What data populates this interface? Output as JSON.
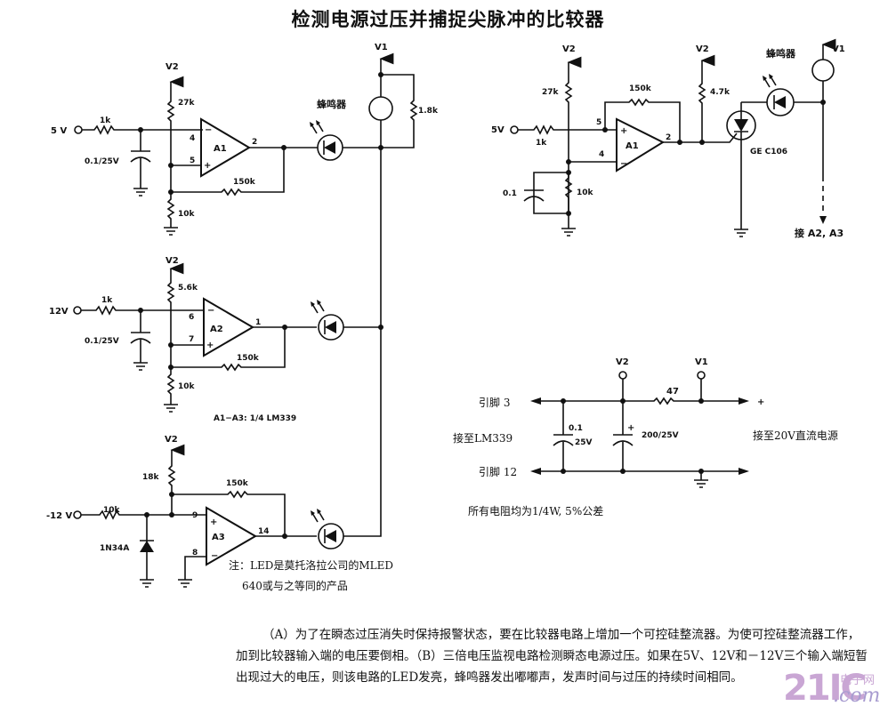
{
  "page": {
    "title": "检测电源过压并捕捉尖脉冲的比较器"
  },
  "circuit_b": {
    "a1": {
      "input": "5 V",
      "r_in": "1k",
      "cap": "0.1/25V",
      "supply": "V2",
      "r_top": "27k",
      "r_bottom": "10k",
      "r_fb": "150k",
      "pin_minus": "4",
      "pin_plus": "5",
      "pin_out": "2",
      "name": "A1",
      "minus_sign": "−",
      "plus_sign": "+"
    },
    "a2": {
      "input": "12V",
      "r_in": "1k",
      "cap": "0.1/25V",
      "supply": "V2",
      "r_top": "5.6k",
      "r_bottom": "10k",
      "r_fb": "150k",
      "pin_minus": "6",
      "pin_plus": "7",
      "pin_out": "1",
      "name": "A2",
      "minus_sign": "−",
      "plus_sign": "+"
    },
    "a3": {
      "input": "-12 V",
      "r_in": "10k",
      "diode": "1N34A",
      "supply": "V2",
      "r_top": "18k",
      "r_fb": "150k",
      "pin_plus": "9",
      "pin_minus": "8",
      "pin_out": "14",
      "name": "A3",
      "minus_sign": "−",
      "plus_sign": "+"
    },
    "buzzer_supply": "V1",
    "buzzer_label": "蜂鸣器",
    "r_buzzer": "1.8k",
    "ic_note": "A1−A3: 1/4 LM339",
    "led_note_line1": "注：LED是莫托洛拉公司的MLED",
    "led_note_line2": "640或与之等同的产品"
  },
  "circuit_a": {
    "input": "5V",
    "r_in": "1k",
    "supply": "V2",
    "r_top": "27k",
    "r_bottom": "10k",
    "cap": "0.1",
    "r_fb": "150k",
    "pin_plus": "5",
    "pin_minus": "4",
    "pin_out": "2",
    "name": "A1",
    "plus_sign": "+",
    "minus_sign": "−",
    "gate_supply": "V2",
    "r_gate": "4.7k",
    "scr": "GE C106",
    "buzzer_label": "蜂鸣器",
    "buzzer_supply": "V1",
    "connect_note": "接 A2, A3"
  },
  "power": {
    "v2": "V2",
    "v1": "V1",
    "pin3": "引脚 3",
    "pin12": "引脚 12",
    "to_lm339": "接至LM339",
    "r_series": "47",
    "cap1_a": "0.1",
    "cap1_b": "25V",
    "cap2": "200/25V",
    "cap2_plus": "+",
    "plus_terminal": "+",
    "to_supply": "接至20V直流电源",
    "resistor_note": "所有电阻均为1/4W, 5%公差"
  },
  "description": {
    "paragraph": "（A）为了在瞬态过压消失时保持报警状态，要在比较器电路上增加一个可控硅整流器。为使可控硅整流器工作，加到比较器输入端的电压要倒相。（B）三倍电压监视电路检测瞬态电源过压。如果在5V、12V和－12V三个输入端短暂出现过大的电压，则该电路的LED发亮，蜂鸣器发出嘟嘟声，发声时间与过压的持续时间相同。"
  },
  "watermark": {
    "big": "21IC",
    "cn": "电子网",
    "com": ".com"
  }
}
